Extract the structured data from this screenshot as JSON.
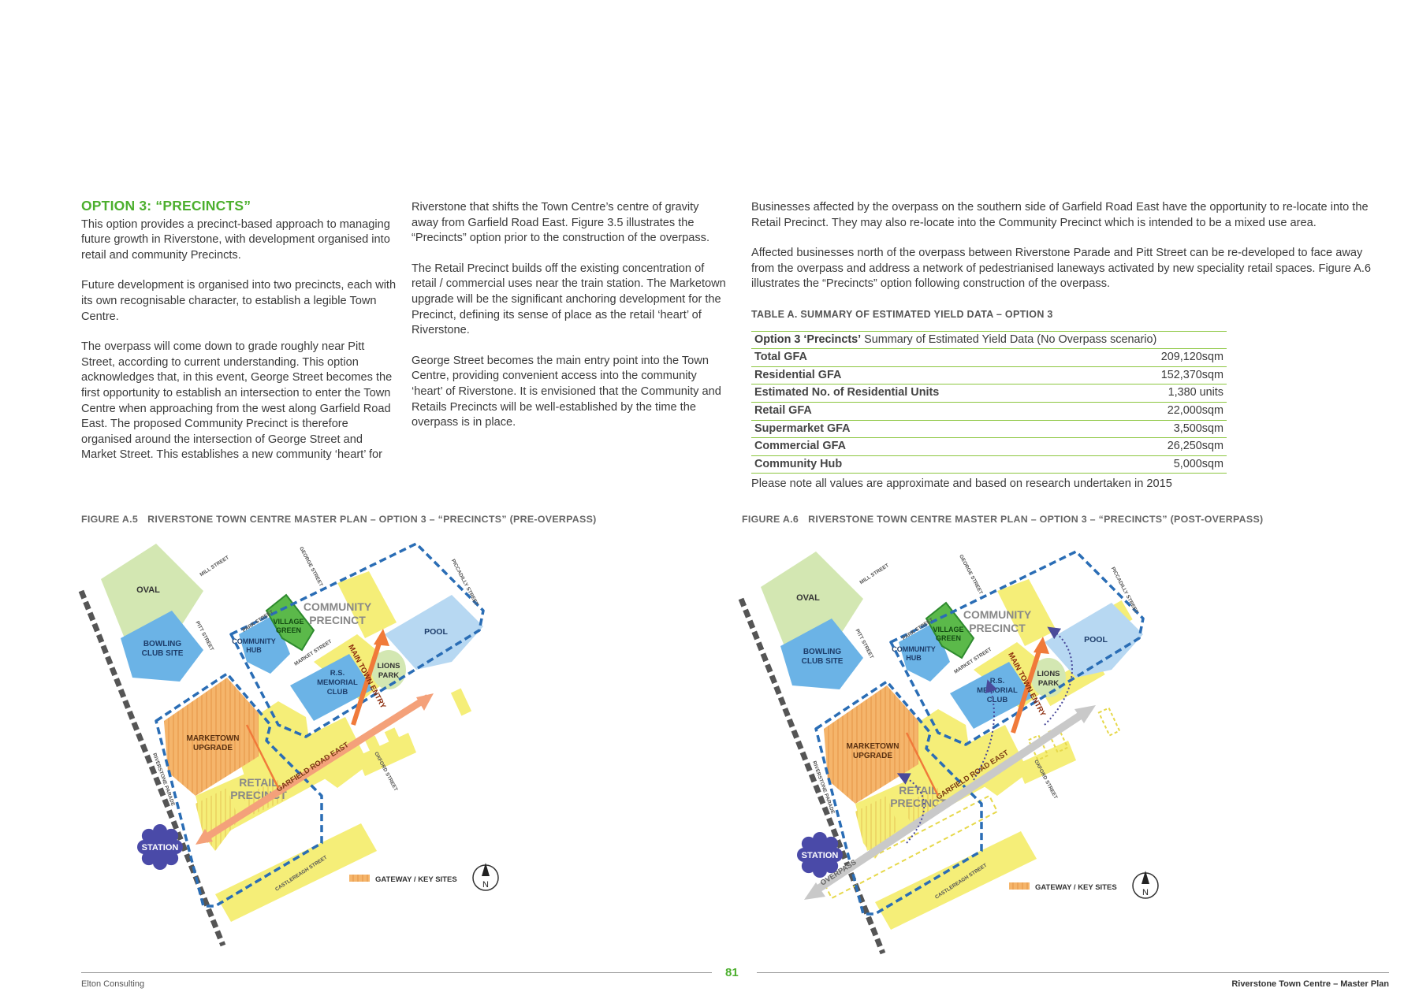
{
  "col1": {
    "heading": "OPTION 3: “PRECINCTS”",
    "p1": "This option provides a precinct-based approach to managing future growth in Riverstone, with development organised into retail and community Precincts.",
    "p2": "Future development is organised into two precincts, each with its own recognisable character, to establish a legible Town Centre.",
    "p3": "The overpass will come down to grade roughly near Pitt Street, according to current understanding. This option acknowledges that, in this event, George Street becomes the first opportunity to establish an intersection to enter the Town Centre when approaching from the west along Garfield Road East. The proposed Community Precinct is therefore organised around the intersection of George Street and Market Street. This establishes a new community ‘heart’ for"
  },
  "col2": {
    "p1": "Riverstone that shifts the Town Centre’s centre of gravity away from Garfield Road East. Figure 3.5 illustrates the “Precincts” option prior to the construction of the overpass.",
    "p2": "The Retail Precinct builds off the existing concentration of retail / commercial uses near the train station. The Marketown upgrade will be the significant anchoring development for the Precinct, defining its sense of place as the retail ‘heart’ of Riverstone.",
    "p3": "George Street becomes the main entry point into the Town Centre, providing convenient access into the community ‘heart’ of Riverstone. It is envisioned that the Community and Retails Precincts will be well-established by the time the overpass is in place."
  },
  "col3": {
    "p1": "Businesses affected by the overpass on the southern side of Garfield Road East have the opportunity to re-locate into the Retail Precinct. They may also re-locate into the Community Precinct which is intended to be a mixed use area.",
    "p2": "Affected businesses north of the overpass between Riverstone Parade and Pitt Street can be re-developed to face away from the overpass and address a network of pedestrianised laneways activated by new speciality retail spaces. Figure A.6 illustrates the “Precincts” option following construction of the overpass.",
    "table_title": "TABLE A.   SUMMARY OF ESTIMATED YIELD DATA – OPTION 3",
    "table_header_bold": "Option 3 ‘Precincts’",
    "table_header_rest": " Summary of Estimated Yield Data (No Overpass scenario)",
    "rows": [
      {
        "label": "Total GFA",
        "value": "209,120sqm"
      },
      {
        "label": "Residential GFA",
        "value": "152,370sqm"
      },
      {
        "label": "Estimated No. of Residential Units",
        "value": "1,380 units"
      },
      {
        "label": "Retail GFA",
        "value": "22,000sqm"
      },
      {
        "label": "Supermarket GFA",
        "value": "3,500sqm"
      },
      {
        "label": "Commercial GFA",
        "value": "26,250sqm"
      },
      {
        "label": "Community Hub",
        "value": "5,000sqm"
      }
    ],
    "note": "Please note all values are approximate and based on research undertaken in 2015"
  },
  "figures": [
    {
      "number": "FIGURE A.5",
      "title": "RIVERSTONE TOWN CENTRE MASTER PLAN – OPTION 3 – “PRECINCTS” (PRE-OVERPASS)"
    },
    {
      "number": "FIGURE A.6",
      "title": "RIVERSTONE TOWN CENTRE MASTER PLAN – OPTION 3 – “PRECINCTS” (POST-OVERPASS)"
    }
  ],
  "map_labels": {
    "oval": "OVAL",
    "bowling1": "BOWLING",
    "bowling2": "CLUB SITE",
    "marketown1": "MARKETOWN",
    "marketown2": "UPGRADE",
    "retail1": "RETAIL",
    "retail2": "PRECINCT",
    "community1": "COMMUNITY",
    "community2": "PRECINCT",
    "village1": "VILLAGE",
    "village2": "GREEN",
    "hub1": "COMMUNITY",
    "hub2": "HUB",
    "rs1": "R.S.",
    "rs2": "MEMORIAL",
    "rs3": "CLUB",
    "lions1": "LIONS",
    "lions2": "PARK",
    "pool": "POOL",
    "station": "STATION",
    "main_entry": "MAIN TOWN ENTRY",
    "garfield": "GARFIELD ROAD EAST",
    "mill": "MILL STREET",
    "george": "GEORGE STREET",
    "park": "PARK STREET",
    "pitt": "PITT STREET",
    "market": "MARKET STREET",
    "piccadilly": "PICCADILLY STREET",
    "riverstone_parade": "RIVERSTONE PARADE",
    "oxford": "OXFORD STREET",
    "castlereagh": "CASTLEREAGH STREET",
    "overpass": "OVERPASS",
    "legend": "GATEWAY / KEY SITES",
    "north": "N"
  },
  "colors": {
    "heading_green": "#4caf2e",
    "table_rule": "#8cc63f",
    "precinct_blue": "#2a6db5",
    "yellow": "#f5ee78",
    "orange": "#f5b56b",
    "blue": "#6bb3e6",
    "light_blue": "#b7d8f2",
    "green": "#5bb94a",
    "oval_green": "#d3e7b2",
    "station": "#4a4aa8"
  },
  "footer": {
    "page": "81",
    "left": "Elton Consulting",
    "right": "Riverstone Town Centre – Master Plan"
  }
}
